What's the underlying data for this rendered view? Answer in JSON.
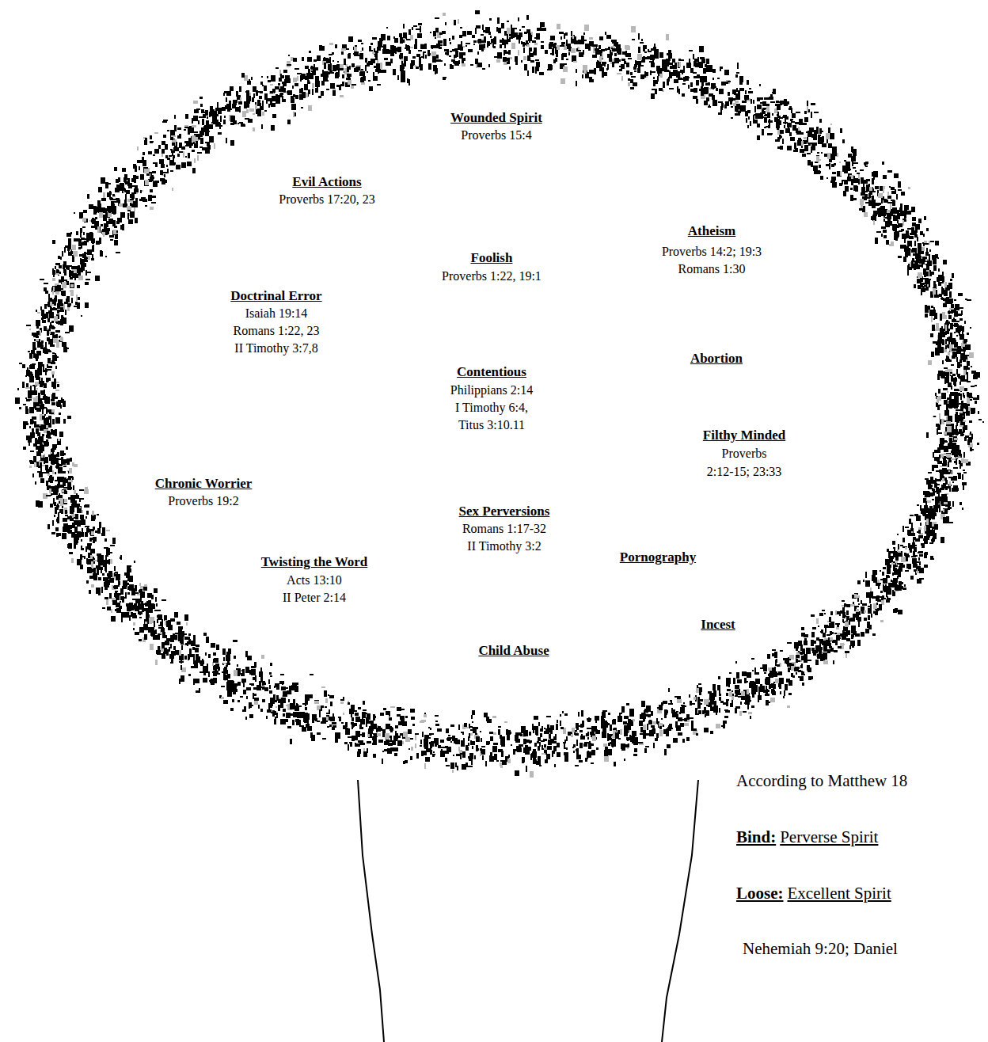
{
  "diagram": {
    "labels": [
      "Wounded Spirit",
      "Proverbs 15:4",
      "Evil Actions",
      "Proverbs 17:20, 23",
      "Atheism",
      "Proverbs 14:2; 19:3",
      "Romans 1:30",
      "Foolish",
      "Proverbs 1:22, 19:1",
      "Doctrinal Error",
      "Isaiah 19:14",
      "Romans 1:22, 23",
      "II Timothy 3:7,8",
      "Abortion",
      "Contentious",
      "Philippians 2:14",
      "I Timothy 6:4,",
      "Titus 3:10.11",
      "Filthy Minded",
      "Proverbs",
      "2:12-15; 23:33",
      "Chronic Worrier",
      "Proverbs 19:2",
      "Sex Perversions",
      "Romans 1:17-32",
      "II Timothy 3:2",
      "Pornography",
      "Twisting the Word",
      "Acts 13:10",
      "II Peter 2:14",
      "Incest",
      "Child Abuse",
      "According to Matthew 18",
      "Bind:",
      "Perverse Spirit",
      "Loose:",
      "Excellent Spirit",
      "Nehemiah 9:20; Daniel"
    ]
  }
}
